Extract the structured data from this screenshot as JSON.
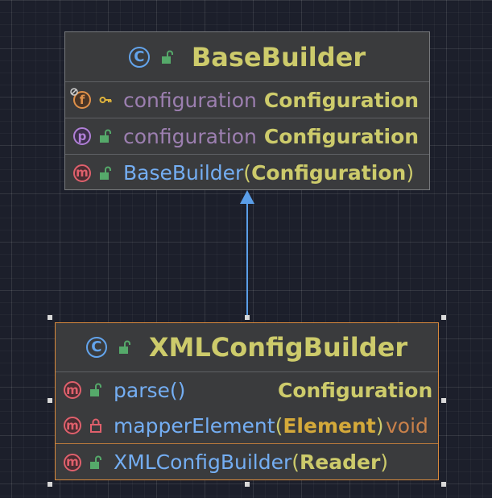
{
  "base_class": {
    "name": "BaseBuilder",
    "members": [
      {
        "kind_letter": "f",
        "name": "configuration",
        "type": "Configuration"
      },
      {
        "kind_letter": "p",
        "name": "configuration",
        "type": "Configuration"
      },
      {
        "kind_letter": "m",
        "name": "BaseBuilder",
        "open_paren": "(",
        "param": "Configuration",
        "close_paren": ")"
      }
    ]
  },
  "derived_class": {
    "name": "XMLConfigBuilder",
    "methods": [
      {
        "kind_letter": "m",
        "name": "parse()",
        "return_type": "Configuration"
      },
      {
        "kind_letter": "m",
        "name": "mapperElement",
        "open_paren": "(",
        "param": "Element",
        "close_paren": ")",
        "return_type": "void"
      }
    ],
    "constructors": [
      {
        "kind_letter": "m",
        "name": "XMLConfigBuilder",
        "open_paren": "(",
        "param": "Reader",
        "close_paren": ")"
      }
    ]
  },
  "icons": {
    "class_icon": "class-icon",
    "public": "unlocked-green-icon",
    "private": "locked-red-icon",
    "key": "key-icon"
  },
  "colors": {
    "background": "#1c1f2b",
    "box_fill": "#3a3b3d",
    "type_yellow": "#cdcb6b",
    "method_blue": "#74aef3",
    "field_purple": "#9c7fb0",
    "selection_orange": "#d98a3c",
    "arrow_blue": "#5a9ee8"
  }
}
